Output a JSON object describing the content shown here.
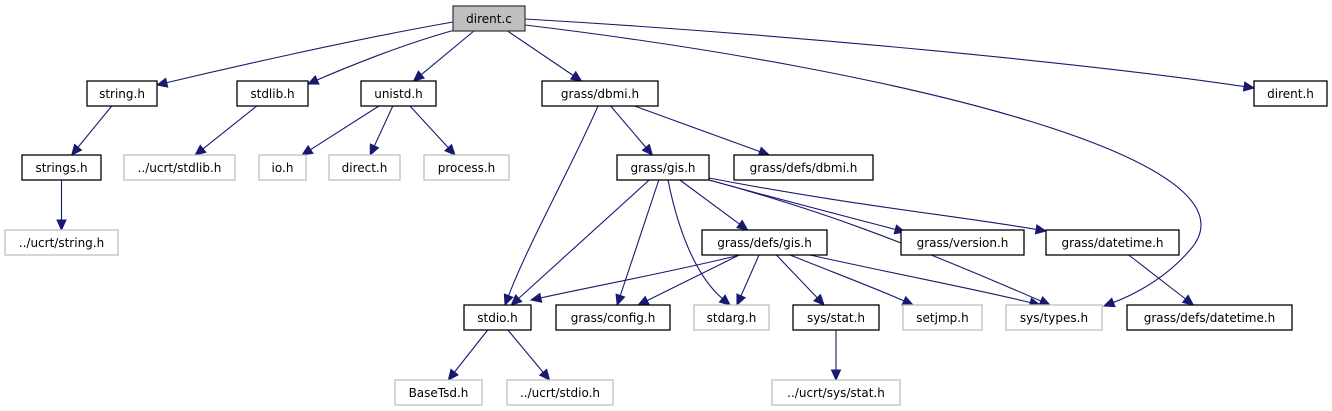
{
  "title": "dirent.c include dependency graph",
  "colors": {
    "edge": "#191970",
    "root_fill": "#bfbfbf",
    "root_border": "#404040",
    "documented_border": "#000000",
    "external_border": "#bfbfbf",
    "node_fill": "#ffffff"
  },
  "nodes": [
    {
      "id": "dirent_c",
      "label": "dirent.c",
      "kind": "root"
    },
    {
      "id": "string_h",
      "label": "string.h",
      "kind": "documented"
    },
    {
      "id": "stdlib_h",
      "label": "stdlib.h",
      "kind": "documented"
    },
    {
      "id": "unistd_h",
      "label": "unistd.h",
      "kind": "documented"
    },
    {
      "id": "grass_dbmi_h",
      "label": "grass/dbmi.h",
      "kind": "documented"
    },
    {
      "id": "dirent_h",
      "label": "dirent.h",
      "kind": "documented"
    },
    {
      "id": "strings_h",
      "label": "strings.h",
      "kind": "documented"
    },
    {
      "id": "ucrt_stdlib_h",
      "label": "../ucrt/stdlib.h",
      "kind": "external"
    },
    {
      "id": "io_h",
      "label": "io.h",
      "kind": "external"
    },
    {
      "id": "direct_h",
      "label": "direct.h",
      "kind": "external"
    },
    {
      "id": "process_h",
      "label": "process.h",
      "kind": "external"
    },
    {
      "id": "ucrt_string_h",
      "label": "../ucrt/string.h",
      "kind": "external"
    },
    {
      "id": "grass_gis_h",
      "label": "grass/gis.h",
      "kind": "documented"
    },
    {
      "id": "grass_defs_dbmi_h",
      "label": "grass/defs/dbmi.h",
      "kind": "documented"
    },
    {
      "id": "grass_defs_gis_h",
      "label": "grass/defs/gis.h",
      "kind": "documented"
    },
    {
      "id": "grass_version_h",
      "label": "grass/version.h",
      "kind": "documented"
    },
    {
      "id": "grass_datetime_h",
      "label": "grass/datetime.h",
      "kind": "documented"
    },
    {
      "id": "stdio_h",
      "label": "stdio.h",
      "kind": "documented"
    },
    {
      "id": "grass_config_h",
      "label": "grass/config.h",
      "kind": "documented"
    },
    {
      "id": "stdarg_h",
      "label": "stdarg.h",
      "kind": "external"
    },
    {
      "id": "sys_stat_h",
      "label": "sys/stat.h",
      "kind": "documented"
    },
    {
      "id": "setjmp_h",
      "label": "setjmp.h",
      "kind": "external"
    },
    {
      "id": "sys_types_h",
      "label": "sys/types.h",
      "kind": "external"
    },
    {
      "id": "grass_defs_datetime_h",
      "label": "grass/defs/datetime.h",
      "kind": "documented"
    },
    {
      "id": "basetsd_h",
      "label": "BaseTsd.h",
      "kind": "external"
    },
    {
      "id": "ucrt_stdio_h",
      "label": "../ucrt/stdio.h",
      "kind": "external"
    },
    {
      "id": "ucrt_sys_stat_h",
      "label": "../ucrt/sys/stat.h",
      "kind": "external"
    }
  ],
  "edges": [
    {
      "from": "dirent_c",
      "to": "string_h"
    },
    {
      "from": "dirent_c",
      "to": "stdlib_h"
    },
    {
      "from": "dirent_c",
      "to": "unistd_h"
    },
    {
      "from": "dirent_c",
      "to": "grass_dbmi_h"
    },
    {
      "from": "dirent_c",
      "to": "sys_types_h"
    },
    {
      "from": "dirent_c",
      "to": "dirent_h"
    },
    {
      "from": "string_h",
      "to": "strings_h"
    },
    {
      "from": "strings_h",
      "to": "ucrt_string_h"
    },
    {
      "from": "stdlib_h",
      "to": "ucrt_stdlib_h"
    },
    {
      "from": "unistd_h",
      "to": "io_h"
    },
    {
      "from": "unistd_h",
      "to": "direct_h"
    },
    {
      "from": "unistd_h",
      "to": "process_h"
    },
    {
      "from": "grass_dbmi_h",
      "to": "stdio_h"
    },
    {
      "from": "grass_dbmi_h",
      "to": "grass_gis_h"
    },
    {
      "from": "grass_dbmi_h",
      "to": "grass_defs_dbmi_h"
    },
    {
      "from": "grass_gis_h",
      "to": "stdio_h"
    },
    {
      "from": "grass_gis_h",
      "to": "grass_config_h"
    },
    {
      "from": "grass_gis_h",
      "to": "stdarg_h"
    },
    {
      "from": "grass_gis_h",
      "to": "grass_defs_gis_h"
    },
    {
      "from": "grass_gis_h",
      "to": "sys_types_h"
    },
    {
      "from": "grass_gis_h",
      "to": "grass_version_h"
    },
    {
      "from": "grass_gis_h",
      "to": "grass_datetime_h"
    },
    {
      "from": "grass_defs_gis_h",
      "to": "stdio_h"
    },
    {
      "from": "grass_defs_gis_h",
      "to": "grass_config_h"
    },
    {
      "from": "grass_defs_gis_h",
      "to": "stdarg_h"
    },
    {
      "from": "grass_defs_gis_h",
      "to": "sys_stat_h"
    },
    {
      "from": "grass_defs_gis_h",
      "to": "setjmp_h"
    },
    {
      "from": "grass_defs_gis_h",
      "to": "sys_types_h"
    },
    {
      "from": "grass_datetime_h",
      "to": "grass_defs_datetime_h"
    },
    {
      "from": "stdio_h",
      "to": "basetsd_h"
    },
    {
      "from": "stdio_h",
      "to": "ucrt_stdio_h"
    },
    {
      "from": "sys_stat_h",
      "to": "ucrt_sys_stat_h"
    }
  ]
}
